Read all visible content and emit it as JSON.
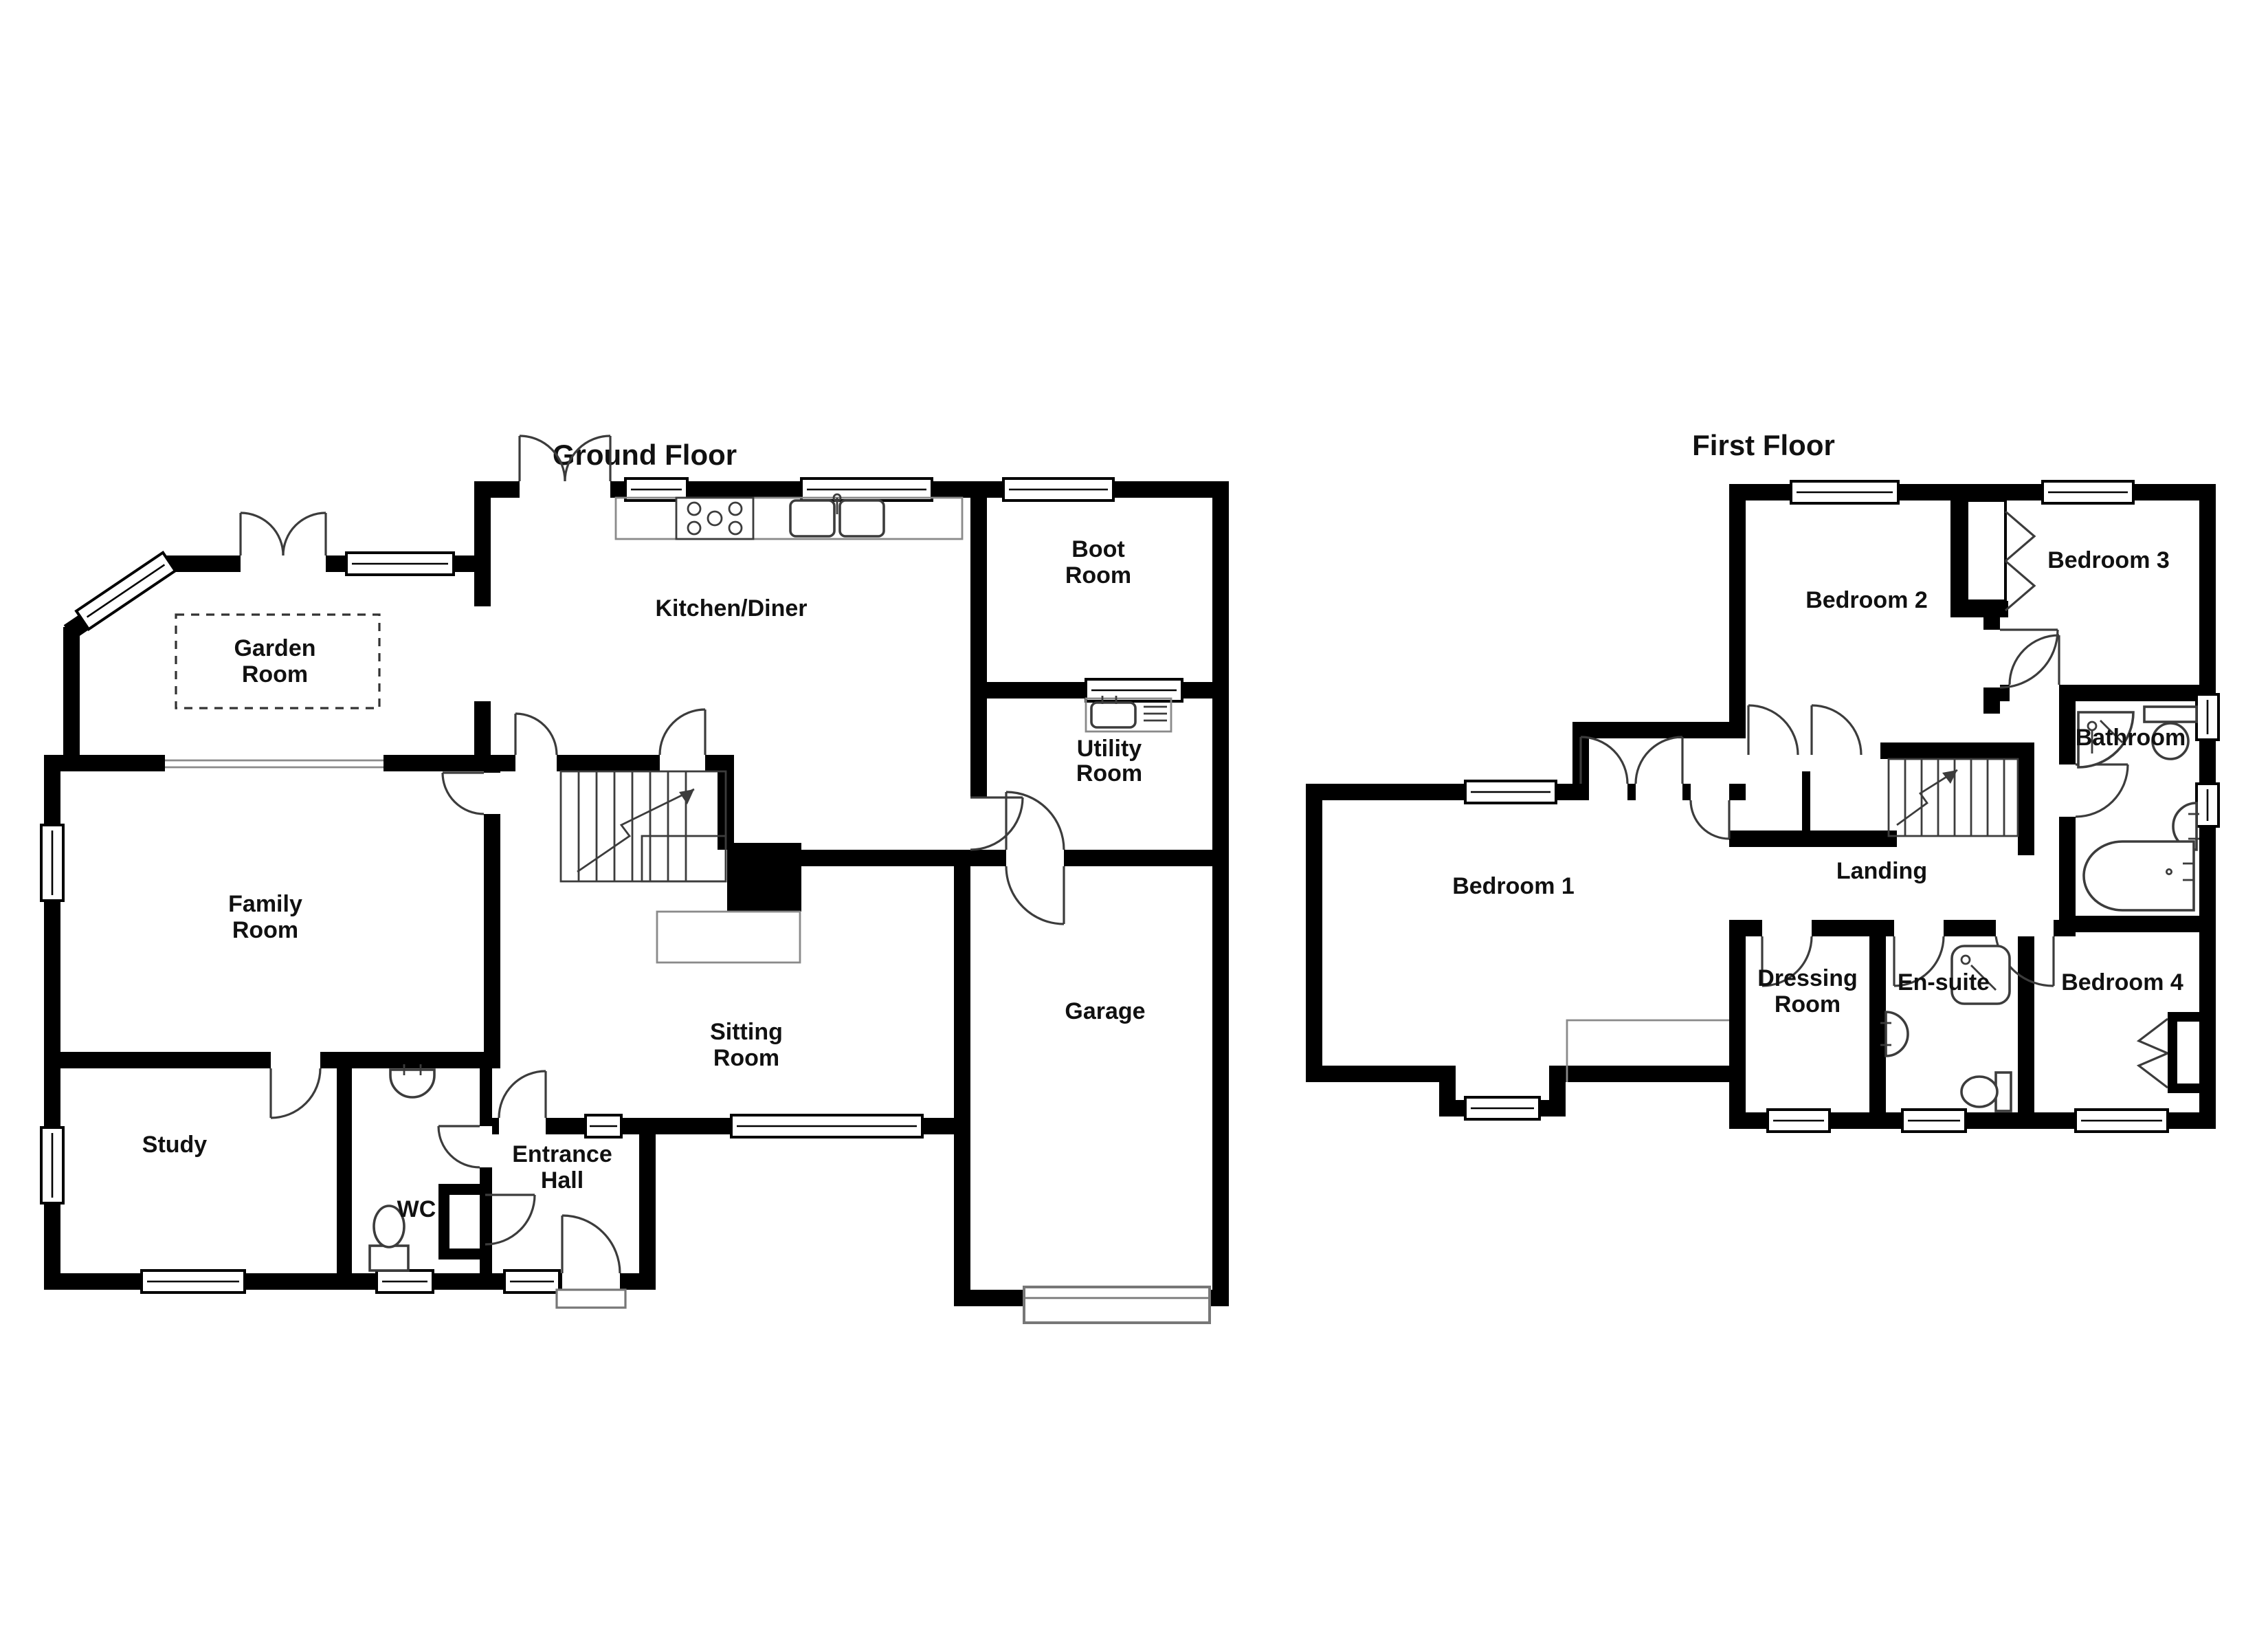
{
  "document": {
    "kind": "property-floorplan",
    "background": "#ffffff",
    "wall_color": "#000000",
    "fixture_line_color": "#3c3c3c"
  },
  "floors": [
    {
      "title": "Ground Floor",
      "rooms": [
        {
          "name": "garden-room",
          "lines": [
            "Garden",
            "Room"
          ]
        },
        {
          "name": "kitchen-diner",
          "lines": [
            "Kitchen/Diner"
          ]
        },
        {
          "name": "boot-room",
          "lines": [
            "Boot",
            "Room"
          ]
        },
        {
          "name": "utility-room",
          "lines": [
            "Utility",
            "Room"
          ]
        },
        {
          "name": "family-room",
          "lines": [
            "Family",
            "Room"
          ]
        },
        {
          "name": "sitting-room",
          "lines": [
            "Sitting",
            "Room"
          ]
        },
        {
          "name": "garage",
          "lines": [
            "Garage"
          ]
        },
        {
          "name": "study",
          "lines": [
            "Study"
          ]
        },
        {
          "name": "wc",
          "lines": [
            "WC"
          ]
        },
        {
          "name": "entrance-hall",
          "lines": [
            "Entrance",
            "Hall"
          ]
        }
      ]
    },
    {
      "title": "First Floor",
      "rooms": [
        {
          "name": "bedroom-2",
          "lines": [
            "Bedroom 2"
          ]
        },
        {
          "name": "bedroom-3",
          "lines": [
            "Bedroom 3"
          ]
        },
        {
          "name": "bathroom",
          "lines": [
            "Bathroom"
          ]
        },
        {
          "name": "bedroom-1",
          "lines": [
            "Bedroom 1"
          ]
        },
        {
          "name": "landing",
          "lines": [
            "Landing"
          ]
        },
        {
          "name": "dressing-room",
          "lines": [
            "Dressing",
            "Room"
          ]
        },
        {
          "name": "en-suite",
          "lines": [
            "En-suite"
          ]
        },
        {
          "name": "bedroom-4",
          "lines": [
            "Bedroom 4"
          ]
        }
      ]
    }
  ],
  "fixtures": [
    "stairs",
    "hob",
    "kitchen-sink",
    "utility-sink",
    "basin",
    "toilet",
    "bath",
    "shower",
    "garage-door",
    "window",
    "door-arc",
    "wardrobe"
  ]
}
